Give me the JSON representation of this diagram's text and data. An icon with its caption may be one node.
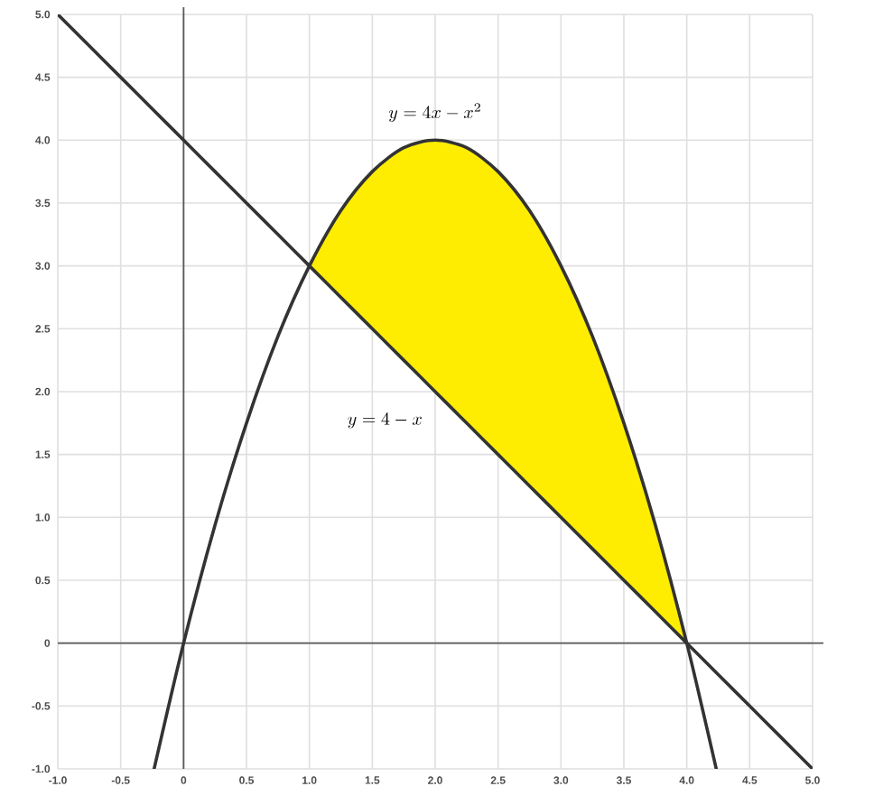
{
  "diagram": {
    "chart_data": {
      "type": "line",
      "x": [
        -1,
        -0.75,
        -0.5,
        -0.25,
        0,
        0.25,
        0.5,
        0.75,
        1,
        1.25,
        1.5,
        1.75,
        2,
        2.25,
        2.5,
        2.75,
        3,
        3.25,
        3.5,
        3.75,
        4,
        4.25,
        4.5,
        4.75,
        5
      ],
      "series": [
        {
          "color": "#333333",
          "values": [
            null,
            null,
            null,
            null,
            0,
            0.94,
            1.75,
            2.44,
            3,
            3.44,
            3.75,
            3.94,
            4,
            3.94,
            3.75,
            3.44,
            3,
            2.44,
            1.75,
            0.94,
            0,
            null,
            null,
            null,
            null
          ]
        },
        {
          "color": "#333333",
          "values": [
            5,
            4.75,
            4.5,
            4.25,
            4,
            3.75,
            3.5,
            3.25,
            3,
            2.75,
            2.5,
            2.25,
            2,
            1.75,
            1.5,
            1.25,
            1,
            0.75,
            0.5,
            0.25,
            0,
            -0.25,
            -0.5,
            -0.75,
            -1
          ]
        }
      ],
      "xlim": [
        -1,
        5
      ],
      "ylim": [
        -1,
        5
      ],
      "grid": true,
      "xticks": [
        {
          "value": -1,
          "label": "-1.0"
        },
        {
          "value": -0.5,
          "label": "-0.5"
        },
        {
          "value": 0,
          "label": "0"
        },
        {
          "value": 0.5,
          "label": "0.5"
        },
        {
          "value": 1,
          "label": "1.0"
        },
        {
          "value": 1.5,
          "label": "1.5"
        },
        {
          "value": 2,
          "label": "2.0"
        },
        {
          "value": 2.5,
          "label": "2.5"
        },
        {
          "value": 3,
          "label": "3.0"
        },
        {
          "value": 3.5,
          "label": "3.5"
        },
        {
          "value": 4,
          "label": "4.0"
        },
        {
          "value": 4.5,
          "label": "4.5"
        },
        {
          "value": 5,
          "label": "5.0"
        }
      ],
      "yticks": [
        {
          "value": -1,
          "label": "-1.0"
        },
        {
          "value": -0.5,
          "label": "-0.5"
        },
        {
          "value": 0,
          "label": "0"
        },
        {
          "value": 0.5,
          "label": "0.5"
        },
        {
          "value": 1,
          "label": "1.0"
        },
        {
          "value": 1.5,
          "label": "1.5"
        },
        {
          "value": 2,
          "label": "2.0"
        },
        {
          "value": 2.5,
          "label": "2.5"
        },
        {
          "value": 3,
          "label": "3.0"
        },
        {
          "value": 3.5,
          "label": "3.5"
        },
        {
          "value": 4,
          "label": "4.0"
        },
        {
          "value": 4.5,
          "label": "4.5"
        },
        {
          "value": 5,
          "label": "5.0"
        }
      ],
      "annotations": [
        "y = 4x - x^{2}",
        "y = 4 - x"
      ]
    }
  }
}
